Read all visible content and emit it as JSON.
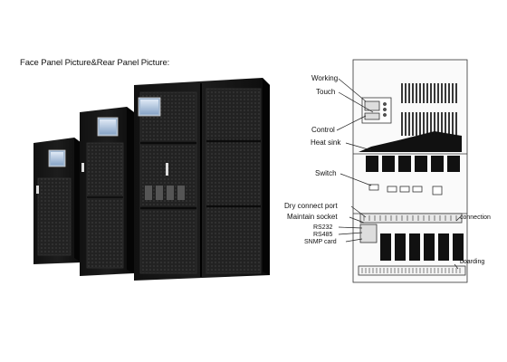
{
  "heading": "Face Panel Picture&Rear Panel Picture:",
  "diagram_labels": {
    "working": "Working",
    "touch": "Touch",
    "control": "Control",
    "heat_sink": "Heat sink",
    "switch": "Switch",
    "dry_connect_port": "Dry connect port",
    "maintain_socket": "Maintain socket",
    "rs232": "RS232",
    "rs485": "RS485",
    "snmp_card": "SNMP card",
    "connection": "connection",
    "boarding": "boarding"
  }
}
